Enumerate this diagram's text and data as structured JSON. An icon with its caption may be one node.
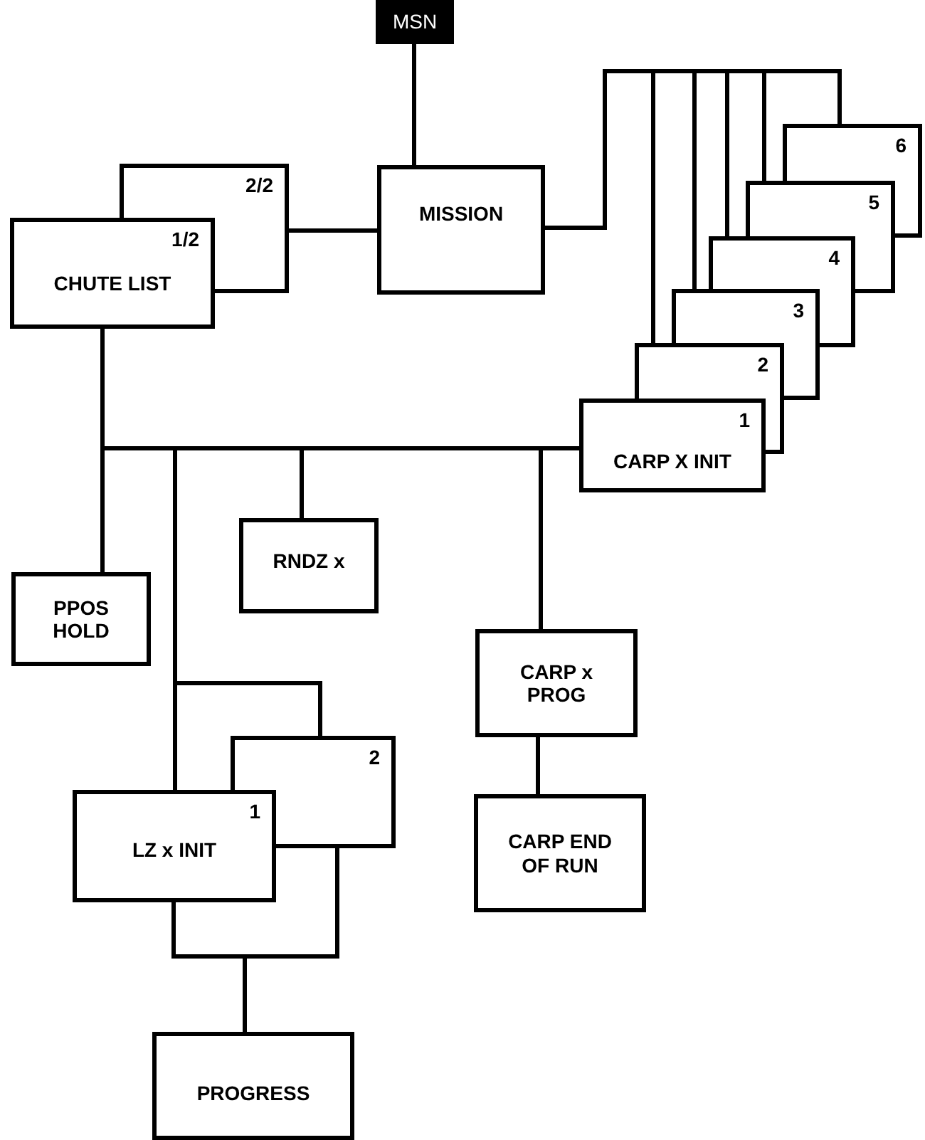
{
  "diagram": {
    "nodes": [
      {
        "text": [
          "MSN"
        ]
      },
      {
        "text": [
          "6"
        ]
      },
      {
        "text": [
          "2/2"
        ]
      },
      {
        "text": [
          "MISSION"
        ]
      },
      {
        "text": [
          "1/2",
          "CHUTE LIST"
        ]
      },
      {
        "text": [
          "5"
        ]
      },
      {
        "text": [
          "4"
        ]
      },
      {
        "text": [
          "3"
        ]
      },
      {
        "text": [
          "2"
        ]
      },
      {
        "text": [
          "1",
          "CARP X INIT"
        ]
      },
      {
        "text": [
          "RNDZ x"
        ]
      },
      {
        "text": [
          "PPOS HOLD"
        ]
      },
      {
        "text": [
          "CARP x PROG"
        ]
      },
      {
        "text": [
          "2"
        ]
      },
      {
        "text": [
          "1",
          "LZ x INIT"
        ]
      },
      {
        "text": [
          "CARP END OF RUN"
        ]
      },
      {
        "text": [
          "PROGRESS"
        ]
      }
    ],
    "edges": [
      {
        "from": 0,
        "to": 3,
        "arrow": "none"
      },
      {
        "from": 2,
        "to": 3,
        "arrow": "none"
      },
      {
        "from": 3,
        "to": 8,
        "arrow": "none"
      },
      {
        "from": 3,
        "to": 7,
        "arrow": "none"
      },
      {
        "from": 3,
        "to": 6,
        "arrow": "none"
      },
      {
        "from": 3,
        "to": 5,
        "arrow": "none"
      },
      {
        "from": 3,
        "to": 1,
        "arrow": "none"
      },
      {
        "from": 4,
        "to": 11,
        "arrow": "none"
      },
      {
        "from": 4,
        "to": 14,
        "arrow": "none"
      },
      {
        "from": 4,
        "to": 13,
        "arrow": "none"
      },
      {
        "from": 4,
        "to": 10,
        "arrow": "none"
      },
      {
        "from": 4,
        "to": 12,
        "arrow": "none"
      },
      {
        "from": 4,
        "to": 9,
        "arrow": "none"
      },
      {
        "from": 12,
        "to": 15,
        "arrow": "none"
      },
      {
        "from": 14,
        "to": 16,
        "arrow": "none"
      },
      {
        "from": 13,
        "to": 16,
        "arrow": "none"
      }
    ]
  }
}
